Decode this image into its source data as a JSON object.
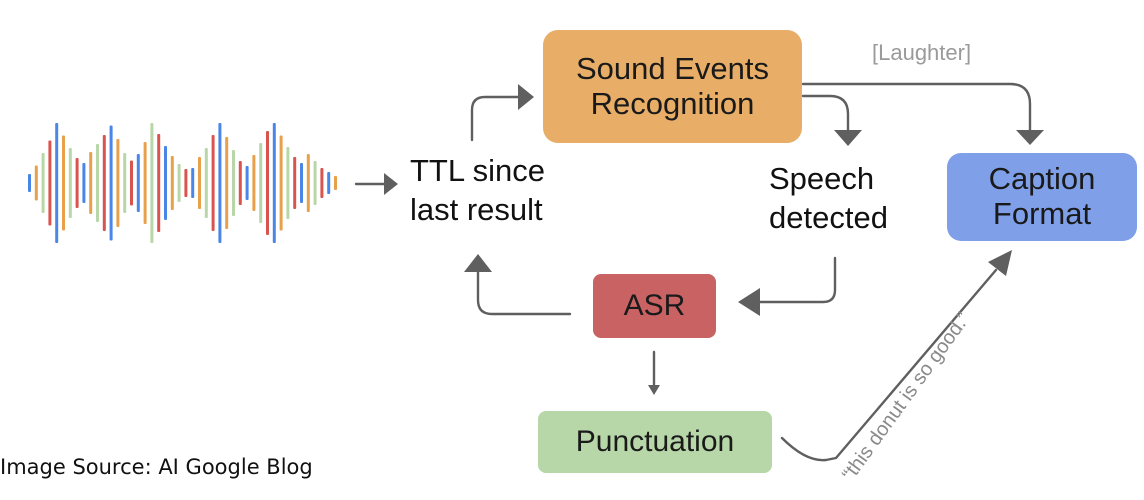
{
  "nodes": {
    "sound": {
      "lines": [
        "Sound Events",
        "Recognition"
      ],
      "color": "#e8ae68"
    },
    "caption": {
      "lines": [
        "Caption",
        "Format"
      ],
      "color": "#7f9fe8"
    },
    "asr": {
      "lines": [
        "ASR"
      ],
      "color": "#c96363"
    },
    "punct": {
      "lines": [
        "Punctuation"
      ],
      "color": "#b7d7a8"
    }
  },
  "labels": {
    "ttl": [
      "TTL since",
      "last result"
    ],
    "speech": [
      "Speech",
      "detected"
    ],
    "laughter": "[Laughter]",
    "transcript": "“this donut is so good.”"
  },
  "source": "Image Source: AI Google Blog",
  "colors": {
    "arrow": "#5f5f5f",
    "waveform": [
      "#4a86e8",
      "#e8a04a",
      "#b7d7a8",
      "#d9534f"
    ]
  }
}
